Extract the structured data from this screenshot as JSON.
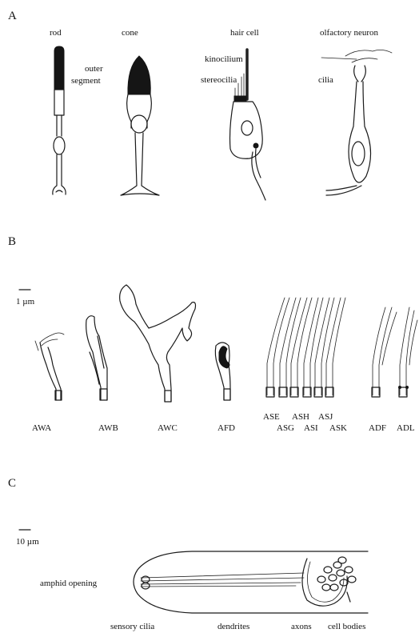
{
  "panelA": {
    "label": "A",
    "cells": {
      "rod": "rod",
      "cone": "cone",
      "hair_cell": "hair cell",
      "olfactory_neuron": "olfactory neuron"
    },
    "parts": {
      "outer": "outer",
      "segment": "segment",
      "kinocilium": "kinocilium",
      "stereocilia": "stereocilia",
      "cilia": "cilia"
    }
  },
  "panelB": {
    "label": "B",
    "scale": "1 µm",
    "neurons": [
      "AWA",
      "AWB",
      "AWC",
      "AFD"
    ],
    "amphid_group_top": [
      "ASE",
      "ASH",
      "ASJ"
    ],
    "amphid_group_bottom": [
      "ASG",
      "ASI",
      "ASK"
    ],
    "pair": [
      "ADF",
      "ADL"
    ]
  },
  "panelC": {
    "label": "C",
    "scale": "10 µm",
    "amphid_opening": "amphid opening",
    "bottom": {
      "cilia": "sensory cilia",
      "dendrites": "dendrites",
      "axons": "axons",
      "bodies": "cell bodies"
    }
  }
}
